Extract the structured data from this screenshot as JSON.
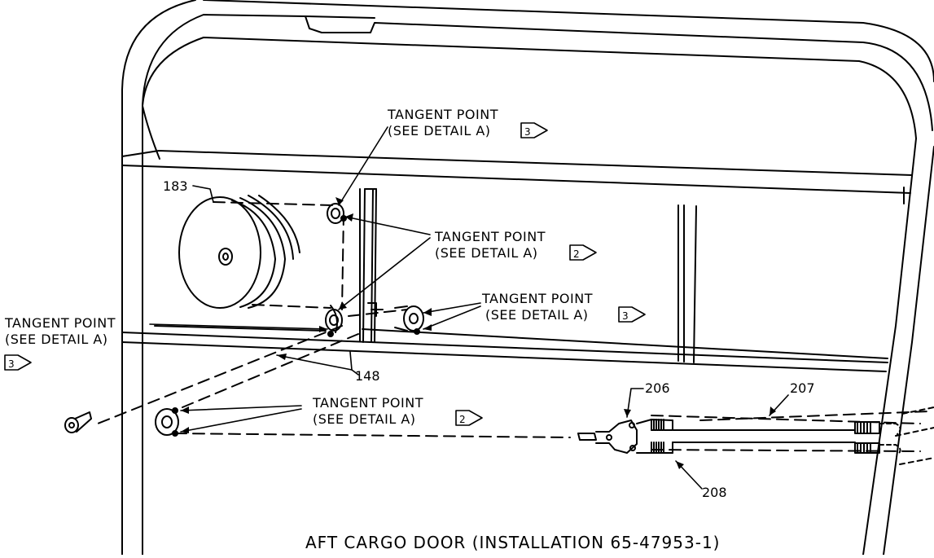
{
  "diagram": {
    "caption": "AFT CARGO DOOR (INSTALLATION 65-47953-1)",
    "callouts": {
      "c1": {
        "line1": "TANGENT POINT",
        "line2": "(SEE DETAIL A)",
        "flag": "3"
      },
      "c2": {
        "line1": "TANGENT POINT",
        "line2": "(SEE DETAIL A)",
        "flag": "2"
      },
      "c3": {
        "line1": "TANGENT POINT",
        "line2": "(SEE DETAIL A)",
        "flag": "3"
      },
      "c4": {
        "line1": "TANGENT POINT",
        "line2": "(SEE DETAIL A)",
        "flag": "3"
      },
      "c5": {
        "line1": "TANGENT POINT",
        "line2": "(SEE DETAIL A)",
        "flag": "2"
      }
    },
    "part_numbers": {
      "p183": "183",
      "p148": "148",
      "p206": "206",
      "p207": "207",
      "p208": "208"
    }
  }
}
